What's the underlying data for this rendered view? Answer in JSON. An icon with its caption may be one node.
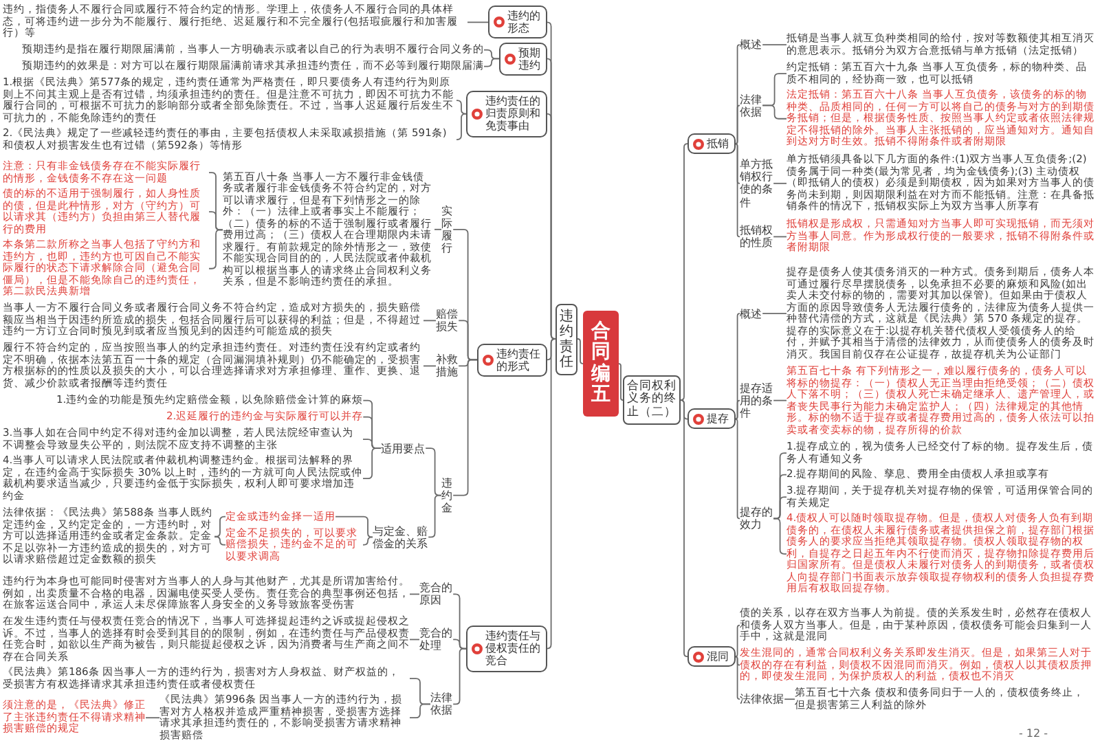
{
  "diagram": {
    "nodes": [
      {
        "text": [
          "合同编五"
        ]
      },
      {
        "text": [
          "违约责任"
        ]
      },
      {
        "text": [
          "违约的形态"
        ]
      },
      {
        "text": [
          "违约，指债务人不履行合同或履行不符合约定的情形。学理上，依债务人不履行合同的具体样态，可将违约进一步分为不能履行、履行拒绝、迟延履行和不完全履行(包括瑕疵履行和加害履行）等"
        ]
      },
      {
        "text": [
          "预期违约"
        ]
      },
      {
        "text": [
          "预期违约是指在履行期限届满前，当事人一方明确表示或者以自己的行为表明不履行合同义务的"
        ]
      },
      {
        "text": [
          "预期违约的效果是：对方可以在履行期限届满前请求其承担违约责任，而不必等到履行期限届满"
        ]
      },
      {
        "text": [
          "违约责任的归责原则和免责事由"
        ]
      },
      {
        "text": [
          "1.根据《民法典》第577条的规定，违约责任通常为严格责任，即只要债务人有违约行为则原则上不问其主观上是否有过错，均须承担违约的责任。但是注意不可抗力，即因不可抗力不能履行合同的，可根据不可抗力的影响部分或者全部免除责任。不过，当事人迟延履行后发生不可抗力的，不能免除违约的责任"
        ]
      },
      {
        "text": [
          "2.《民法典》规定了一些减轻违约责任的事由，主要包括债权人未采取减损措施（第 591条)和债权人对损害发生也有过错（第592条）等情形"
        ]
      },
      {
        "text": [
          "违约责任的形式"
        ]
      },
      {
        "text": [
          "实际履行"
        ]
      },
      {
        "text": [
          "第五百八十条 当事人一方不履行非金钱债务或者履行非金钱债务不符合约定的，对方可以请求履行，但是有下列情形之一的除外：（一）法律上或者事实上不能履行；（二）债务的标的不适于强制履行或者履行费用过高；（三）债权人在合理期限内未请求履行。有前款规定的除外情形之一，致使不能实现合同目的的，人民法院或者仲裁机构可以根据当事人的请求终止合同权利义务关系，但是不影响违约责任的承担。"
        ]
      },
      {
        "text": [
          "注意：只有非金钱债务存在不能实际履行的情形，金钱债务不存在这一问题"
        ]
      },
      {
        "text": [
          "债的标的不适用于强制履行，如人身性质的债，但是此种情形，对方（守约方）可以请求其（违约方）负担由第三人替代履行的费用"
        ]
      },
      {
        "text": [
          "本条第二款所称之当事人包括了守约方和违约方，也即，违约方也可因自己不能实际履行的状态下请求解除合同（避免合同僵局），但是不能免除自己的违约责任，第二款民法典新增"
        ]
      },
      {
        "text": [
          "赔偿损失"
        ]
      },
      {
        "text": [
          "当事人一方不履行合同义务或者履行合同义务不符合约定，造成对方损失的，损失赔偿额应当相当于因违约所造成的损失，包括合同履行后可以获得的利益；但是，不得超过违约一方订立合同时预见到或者应当预见到的因违约可能造成的损失"
        ]
      },
      {
        "text": [
          "补救措施"
        ]
      },
      {
        "text": [
          "履行不符合约定的，应当按照当事人的约定承担违约责任。对违约责任没有约定或者约定不明确，依据本法第五百一十条的规定（合同漏洞填补规则）仍不能确定的，受损害方根据标的的性质以及损失的大小，可以合理选择请求对方承担修理、重作、更换、退货、减少价款或者报酬等违约责任"
        ]
      },
      {
        "text": [
          "违约金"
        ]
      },
      {
        "text": [
          "适用要点"
        ]
      },
      {
        "text": [
          "1.违约金的功能是预先约定赔偿金额，以免除赔偿金计算的麻烦"
        ]
      },
      {
        "text": [
          "2.迟延履行的违约金与实际履行可以并存"
        ]
      },
      {
        "text": [
          "3.当事人如在合同中约定不得对违约金加以调整，若人民法院经审查认为不调整会导致显失公平的，则法院不应支持不调整的主张"
        ]
      },
      {
        "text": [
          "4.当事人可以请求人民法院或者仲裁机构调整违约金。根据司法解释的界定，在违约金高于实际损失 30% 以上时，违约的一方就可向人民法院或仲裁机构要求适当减少，只要违约金低于实际损失，权利人即可要求增加违约金"
        ]
      },
      {
        "text": [
          "与定金、赔偿金的关系"
        ]
      },
      {
        "text": [
          "定金或违约金择一适用"
        ]
      },
      {
        "text": [
          "定金不足损失的，可以要求赔偿损失，违约金不足的可以要求调高"
        ]
      },
      {
        "text": [
          "法律依据：《民法典》第588条 当事人既约定违约金，又约定定金的，一方违约时，对方可以选择适用违约金或者定金条款。定金不足以弥补一方违约造成的损失的，对方可以请求赔偿超过定金数额的损失"
        ]
      },
      {
        "text": [
          "违约责任与侵权责任的竞合"
        ]
      },
      {
        "text": [
          "竞合的原因"
        ]
      },
      {
        "text": [
          "违约行为本身也可能同时侵害对方当事人的人身与其他财产，尤其是所谓加害给付。例如，出卖质量不合格的电器，因漏电使买受人受伤。责任竞合的典型事例还包括，在旅客运送合同中，承运人未尽保障旅客人身安全的义务导致旅客受伤害"
        ]
      },
      {
        "text": [
          "竞合的处理"
        ]
      },
      {
        "text": [
          "在发生违约责任与侵权责任竞合的情况下，当事人可选择提起违约之诉或提起侵权之诉。不过，当事人的选择有时会受到其目的的限制，例如，在违约责任与产品侵权责任竞合时，如欲以生产商为被告，则只能提起侵权之诉，因为消费者与生产商之间不存在合同关系"
        ]
      },
      {
        "text": [
          "法律依据"
        ]
      },
      {
        "text": [
          "《民法典》第186条 因当事人一方的违约行为，损害对方人身权益、财产权益的，受损害方有权选择请求其承担违约责任或者侵权责任"
        ]
      },
      {
        "text": [
          "《民法典》第996条 因当事人一方的违约行为，损害对方人格权并造成严重精神损害，受损害方选择请求其承担违约责任的，不影响受损害方请求精神损害赔偿"
        ]
      },
      {
        "text": [
          "须注意的是，《民法典》修正了主张违约责任不得请求精神损害赔偿的规定"
        ]
      },
      {
        "text": [
          "合同权利义务的终止（二）"
        ]
      },
      {
        "text": [
          "抵销"
        ]
      },
      {
        "text": [
          "概述"
        ]
      },
      {
        "text": [
          "抵销是当事人就互负种类相同的给付，按对等数额使其相互消灭的意思表示。抵销分为双方合意抵销与单方抵销（法定抵销）"
        ]
      },
      {
        "text": [
          "法律依据"
        ]
      },
      {
        "text": [
          "约定抵销：第五百六十九条 当事人互负债务，标的物种类、品质不相同的，经协商一致，也可以抵销"
        ]
      },
      {
        "text": [
          "法定抵销：第五百六十八条 当事人互负债务，该债务的标的物种类、品质相同的，任何一方可以将自己的债务与对方的到期债务抵销；但是，根据债务性质、按照当事人约定或者依照法律规定不得抵销的除外。当事人主张抵销的，应当通知对方。通知自到达对方时生效。抵销不得附条件或者附期限"
        ]
      },
      {
        "text": [
          "单方抵销权行使的条件"
        ]
      },
      {
        "text": [
          "单方抵销须具备以下几方面的条件:(1)双方当事人互负债务;(2) 债务属于同一种类(最为常见者，均为金钱债务);(3) 主动债权（即抵销人的债权）必须是到期债权，因为如果对方当事人的债务尚未到期，则因期限利益在对方而不能抵销。注意：在具备抵销条件的情况下，抵销权实际上为双方当事人所享有"
        ]
      },
      {
        "text": [
          "抵销权的性质"
        ]
      },
      {
        "text": [
          "抵销权是形成权，只需通知对方当事人即可实现抵销，而无须对方当事人同意。作为形成权行使的一般要求，抵销不得附条件或者附期限"
        ]
      },
      {
        "text": [
          "提存"
        ]
      },
      {
        "text": [
          "概述"
        ]
      },
      {
        "text": [
          "提存是债务人使其债务消灭的一种方式。债务到期后，债务人本可通过履行尽早摆脱债务，以免承担不必要的麻烦和风险(如出卖人未交付标的物的，需要对其加以保管)。但如果由于债权人方面的原因导致债务人无法履行债务的，法律应为债务人提供一种替代清偿的方式，这就是《民法典》第 570 条规定的提存。提存的实际意义在于:以提存机关替代债权人受领债务人的给付，并赋予其相当于清偿的法律效力，从而使债务人的债务及时消灭。我国目前仅存在公证提存，故提存机关为公证部门"
        ]
      },
      {
        "text": [
          "提存适用的条件"
        ]
      },
      {
        "text": [
          "第五百七十条 有下列情形之一，难以履行债务的，债务人可以将标的物提存：（一）债权人无正当理由拒绝受领；（二）债权人下落不明；（三）债权人死亡未确定继承人、遗产管理人，或者丧失民事行为能力未确定监护人；（四）法律规定的其他情形。标的物不适于提存或者提存费用过高的，债务人依法可以拍卖或者变卖标的物，提存所得的价款"
        ]
      },
      {
        "text": [
          "提存的效力"
        ]
      },
      {
        "text": [
          "1.提存成立的，视为债务人已经交付了标的物。提存发生后，债务人有通知义务"
        ]
      },
      {
        "text": [
          "2.提存期间的风险、孳息、费用全由债权人承担或享有"
        ]
      },
      {
        "text": [
          "3.提存期间，关于提存机关对提存物的保管，可适用保管合同的有关规定"
        ]
      },
      {
        "text": [
          "4.债权人可以随时领取提存物。但是，债权人对债务人负有到期债务的，在债权人未履行债务或者提供担保之前，提存部门根据债务人的要求应当拒绝其领取提存物。债权人领取提存物的权利，自提存之日起五年内不行使而消灭，提存物扣除提存费用后归国家所有。但是债权人未履行对债务人的到期债务，或者债权人向提存部门书面表示放弃领取提存物权利的债务人负担提存费用后有权取回提存物。"
        ]
      },
      {
        "text": [
          "混同"
        ]
      },
      {
        "text": [
          "债的关系，以存在双方当事人为前提。债的关系发生时，必然存在债权人和债务人双方当事人。但是，由于某种原因，债权债务可能会归集到一人手中，这就是混同"
        ]
      },
      {
        "text": [
          "发生混同的，通常合同权利义务关系即发生消灭。但是，如果第三人对于债权的存在有利益，则债权不因混同而消灭。例如，债权人以其债权质押的，即使发生混同，为保护质权人的利益，债权也不消灭"
        ]
      },
      {
        "text": [
          "法律依据"
        ]
      },
      {
        "text": [
          "第五百七十六条 债权和债务同归于一人的，债权债务终止，但是损害第三人利益的除外"
        ]
      }
    ],
    "edges": [
      {
        "from": 0,
        "to": 1,
        "arrow": "none"
      },
      {
        "from": 0,
        "to": 39,
        "arrow": "none"
      },
      {
        "from": 1,
        "to": 2,
        "arrow": "none"
      },
      {
        "from": 1,
        "to": 4,
        "arrow": "none"
      },
      {
        "from": 1,
        "to": 7,
        "arrow": "none"
      },
      {
        "from": 1,
        "to": 10,
        "arrow": "none"
      },
      {
        "from": 1,
        "to": 30,
        "arrow": "none"
      },
      {
        "from": 2,
        "to": 3,
        "arrow": "none"
      },
      {
        "from": 4,
        "to": 5,
        "arrow": "none"
      },
      {
        "from": 4,
        "to": 6,
        "arrow": "none"
      },
      {
        "from": 7,
        "to": 8,
        "arrow": "none"
      },
      {
        "from": 7,
        "to": 9,
        "arrow": "none"
      },
      {
        "from": 10,
        "to": 11,
        "arrow": "none"
      },
      {
        "from": 10,
        "to": 16,
        "arrow": "none"
      },
      {
        "from": 10,
        "to": 18,
        "arrow": "none"
      },
      {
        "from": 10,
        "to": 20,
        "arrow": "none"
      },
      {
        "from": 11,
        "to": 12,
        "arrow": "none"
      },
      {
        "from": 12,
        "to": 13,
        "arrow": "none"
      },
      {
        "from": 12,
        "to": 14,
        "arrow": "none"
      },
      {
        "from": 12,
        "to": 15,
        "arrow": "none"
      },
      {
        "from": 16,
        "to": 17,
        "arrow": "none"
      },
      {
        "from": 18,
        "to": 19,
        "arrow": "none"
      },
      {
        "from": 20,
        "to": 21,
        "arrow": "none"
      },
      {
        "from": 20,
        "to": 26,
        "arrow": "none"
      },
      {
        "from": 21,
        "to": 22,
        "arrow": "none"
      },
      {
        "from": 21,
        "to": 23,
        "arrow": "none"
      },
      {
        "from": 21,
        "to": 24,
        "arrow": "none"
      },
      {
        "from": 21,
        "to": 25,
        "arrow": "none"
      },
      {
        "from": 26,
        "to": 27,
        "arrow": "none"
      },
      {
        "from": 26,
        "to": 28,
        "arrow": "none"
      },
      {
        "from": 27,
        "to": 29,
        "arrow": "none"
      },
      {
        "from": 28,
        "to": 29,
        "arrow": "none"
      },
      {
        "from": 30,
        "to": 31,
        "arrow": "none"
      },
      {
        "from": 30,
        "to": 33,
        "arrow": "none"
      },
      {
        "from": 30,
        "to": 35,
        "arrow": "none"
      },
      {
        "from": 31,
        "to": 32,
        "arrow": "none"
      },
      {
        "from": 33,
        "to": 34,
        "arrow": "none"
      },
      {
        "from": 35,
        "to": 36,
        "arrow": "none"
      },
      {
        "from": 35,
        "to": 37,
        "arrow": "none"
      },
      {
        "from": 37,
        "to": 38,
        "arrow": "none"
      },
      {
        "from": 39,
        "to": 40,
        "arrow": "none"
      },
      {
        "from": 39,
        "to": 50,
        "arrow": "none"
      },
      {
        "from": 39,
        "to": 60,
        "arrow": "none"
      },
      {
        "from": 40,
        "to": 41,
        "arrow": "none"
      },
      {
        "from": 40,
        "to": 43,
        "arrow": "none"
      },
      {
        "from": 40,
        "to": 46,
        "arrow": "none"
      },
      {
        "from": 40,
        "to": 48,
        "arrow": "none"
      },
      {
        "from": 41,
        "to": 42,
        "arrow": "none"
      },
      {
        "from": 43,
        "to": 44,
        "arrow": "none"
      },
      {
        "from": 43,
        "to": 45,
        "arrow": "none"
      },
      {
        "from": 46,
        "to": 47,
        "arrow": "none"
      },
      {
        "from": 48,
        "to": 49,
        "arrow": "none"
      },
      {
        "from": 50,
        "to": 51,
        "arrow": "none"
      },
      {
        "from": 50,
        "to": 53,
        "arrow": "none"
      },
      {
        "from": 50,
        "to": 55,
        "arrow": "none"
      },
      {
        "from": 51,
        "to": 52,
        "arrow": "none"
      },
      {
        "from": 53,
        "to": 54,
        "arrow": "none"
      },
      {
        "from": 55,
        "to": 56,
        "arrow": "none"
      },
      {
        "from": 55,
        "to": 57,
        "arrow": "none"
      },
      {
        "from": 55,
        "to": 58,
        "arrow": "none"
      },
      {
        "from": 55,
        "to": 59,
        "arrow": "none"
      },
      {
        "from": 60,
        "to": 61,
        "arrow": "none"
      },
      {
        "from": 60,
        "to": 62,
        "arrow": "none"
      },
      {
        "from": 60,
        "to": 63,
        "arrow": "none"
      },
      {
        "from": 63,
        "to": 64,
        "arrow": "none"
      }
    ],
    "labels": [
      "- 12 -"
    ]
  }
}
